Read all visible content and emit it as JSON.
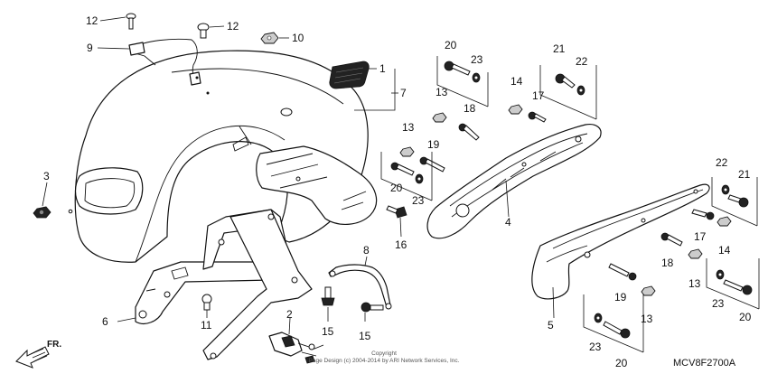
{
  "diagram_code": "MCV8F2700A",
  "direction_label": "FR.",
  "copyright_line1": "Copyright",
  "copyright_line2": "Page Design (c) 2004-2014 by ARI Network Services, Inc.",
  "callouts": {
    "c1": "1",
    "c2": "2",
    "c3": "3",
    "c4": "4",
    "c5": "5",
    "c6": "6",
    "c7": "7",
    "c8": "8",
    "c9": "9",
    "c10": "10",
    "c11": "11",
    "c12a": "12",
    "c12b": "12",
    "c13a": "13",
    "c13b": "13",
    "c13c": "13",
    "c13d": "13",
    "c14a": "14",
    "c14b": "14",
    "c15a": "15",
    "c15b": "15",
    "c16": "16",
    "c17a": "17",
    "c17b": "17",
    "c18a": "18",
    "c18b": "18",
    "c19a": "19",
    "c19b": "19",
    "c20a": "20",
    "c20b": "20",
    "c20c": "20",
    "c20d": "20",
    "c21a": "21",
    "c21b": "21",
    "c22a": "22",
    "c22b": "22",
    "c23a": "23",
    "c23b": "23",
    "c23c": "23",
    "c23d": "23"
  }
}
